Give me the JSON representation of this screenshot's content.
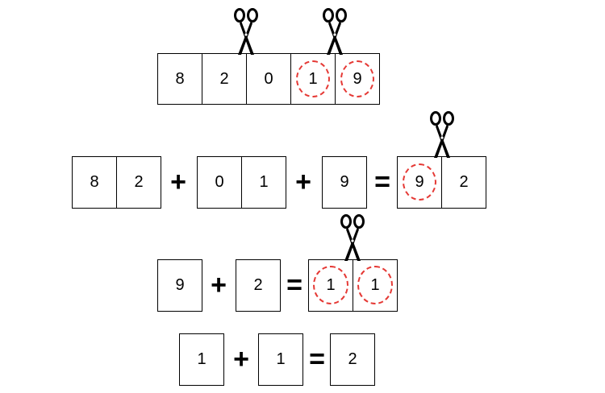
{
  "diagram": {
    "row1": {
      "cells": [
        {
          "value": "8",
          "circled": false
        },
        {
          "value": "2",
          "circled": false
        },
        {
          "value": "0",
          "circled": false
        },
        {
          "value": "1",
          "circled": true
        },
        {
          "value": "9",
          "circled": true
        }
      ],
      "scissors_icons": [
        "scissors-icon",
        "scissors-icon"
      ]
    },
    "row2": {
      "group1": [
        "8",
        "2"
      ],
      "op1": "+",
      "group2": [
        "0",
        "1"
      ],
      "op2": "+",
      "group3": [
        "9"
      ],
      "equals": "=",
      "result": [
        {
          "value": "9",
          "circled": true
        },
        {
          "value": "2",
          "circled": false
        }
      ],
      "scissors_icon": "scissors-icon"
    },
    "row3": {
      "term1": "9",
      "op": "+",
      "term2": "2",
      "equals": "=",
      "result": [
        {
          "value": "1",
          "circled": true
        },
        {
          "value": "1",
          "circled": true
        }
      ],
      "scissors_icon": "scissors-icon"
    },
    "row4": {
      "term1": "1",
      "op": "+",
      "term2": "1",
      "equals": "=",
      "result": "2"
    },
    "colors": {
      "border": "#000000",
      "circle": "#e53935"
    }
  }
}
